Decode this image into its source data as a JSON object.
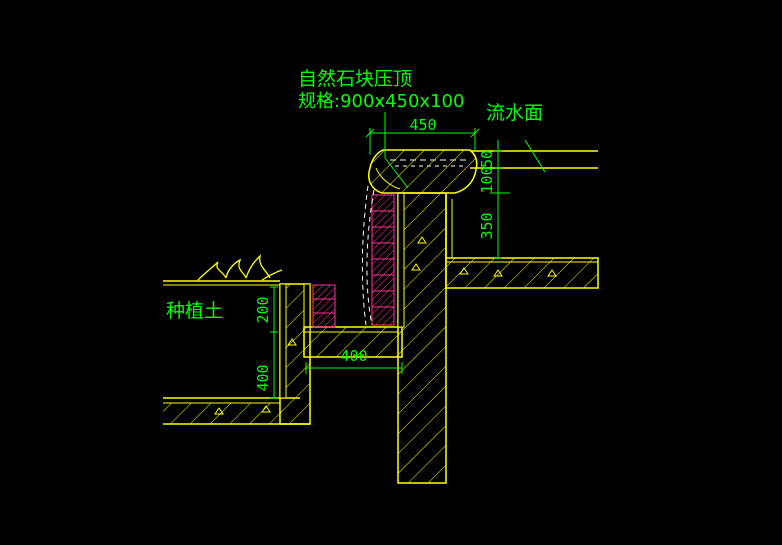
{
  "labels": {
    "stone_title": "自然石块压顶",
    "stone_spec": "规格:900x450x100",
    "water_surface": "流水面",
    "soil": "种植土"
  },
  "dimensions": {
    "top_width": "450",
    "d50": "50",
    "d100": "100",
    "d350": "350",
    "d200": "200",
    "d400_vertical": "400",
    "d400_horizontal": "400"
  },
  "colors": {
    "background": "#000000",
    "structure": "#ffff00",
    "dimension": "#00ff00",
    "text": "#00ff00",
    "stone": "#ff3399",
    "guide": "#ffffff"
  }
}
